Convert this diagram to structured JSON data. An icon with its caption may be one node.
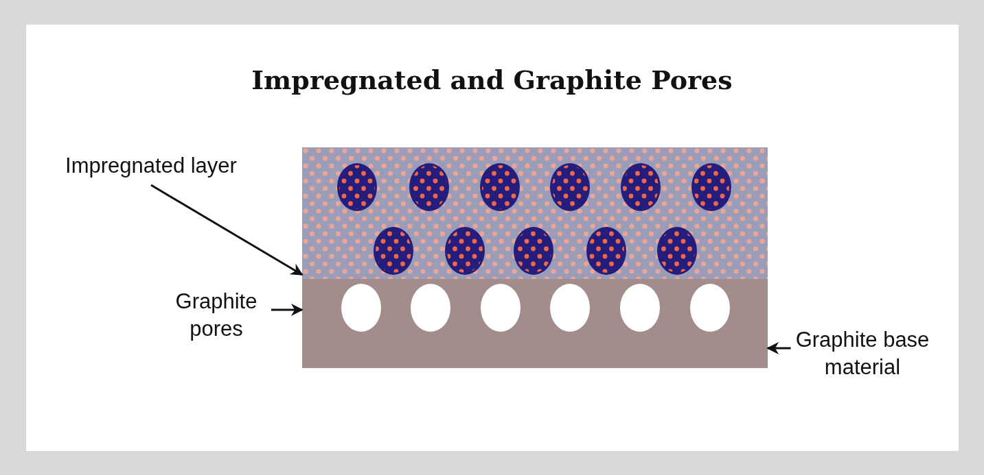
{
  "diagram": {
    "title": "Impregnated and Graphite Pores",
    "nodes": [
      {
        "text": [
          "Impregnated layer"
        ]
      },
      {
        "text": [],
        "shape": "box"
      },
      {
        "text": [
          "Graphite pores"
        ]
      },
      {
        "text": [],
        "shape": "box"
      },
      {
        "text": [
          "Graphite base material"
        ]
      }
    ],
    "edges": [
      {
        "from": 0,
        "to": 1,
        "arrow": "to"
      },
      {
        "from": 2,
        "to": 3,
        "arrow": "to"
      },
      {
        "from": 4,
        "to": 3,
        "arrow": "to"
      }
    ]
  }
}
